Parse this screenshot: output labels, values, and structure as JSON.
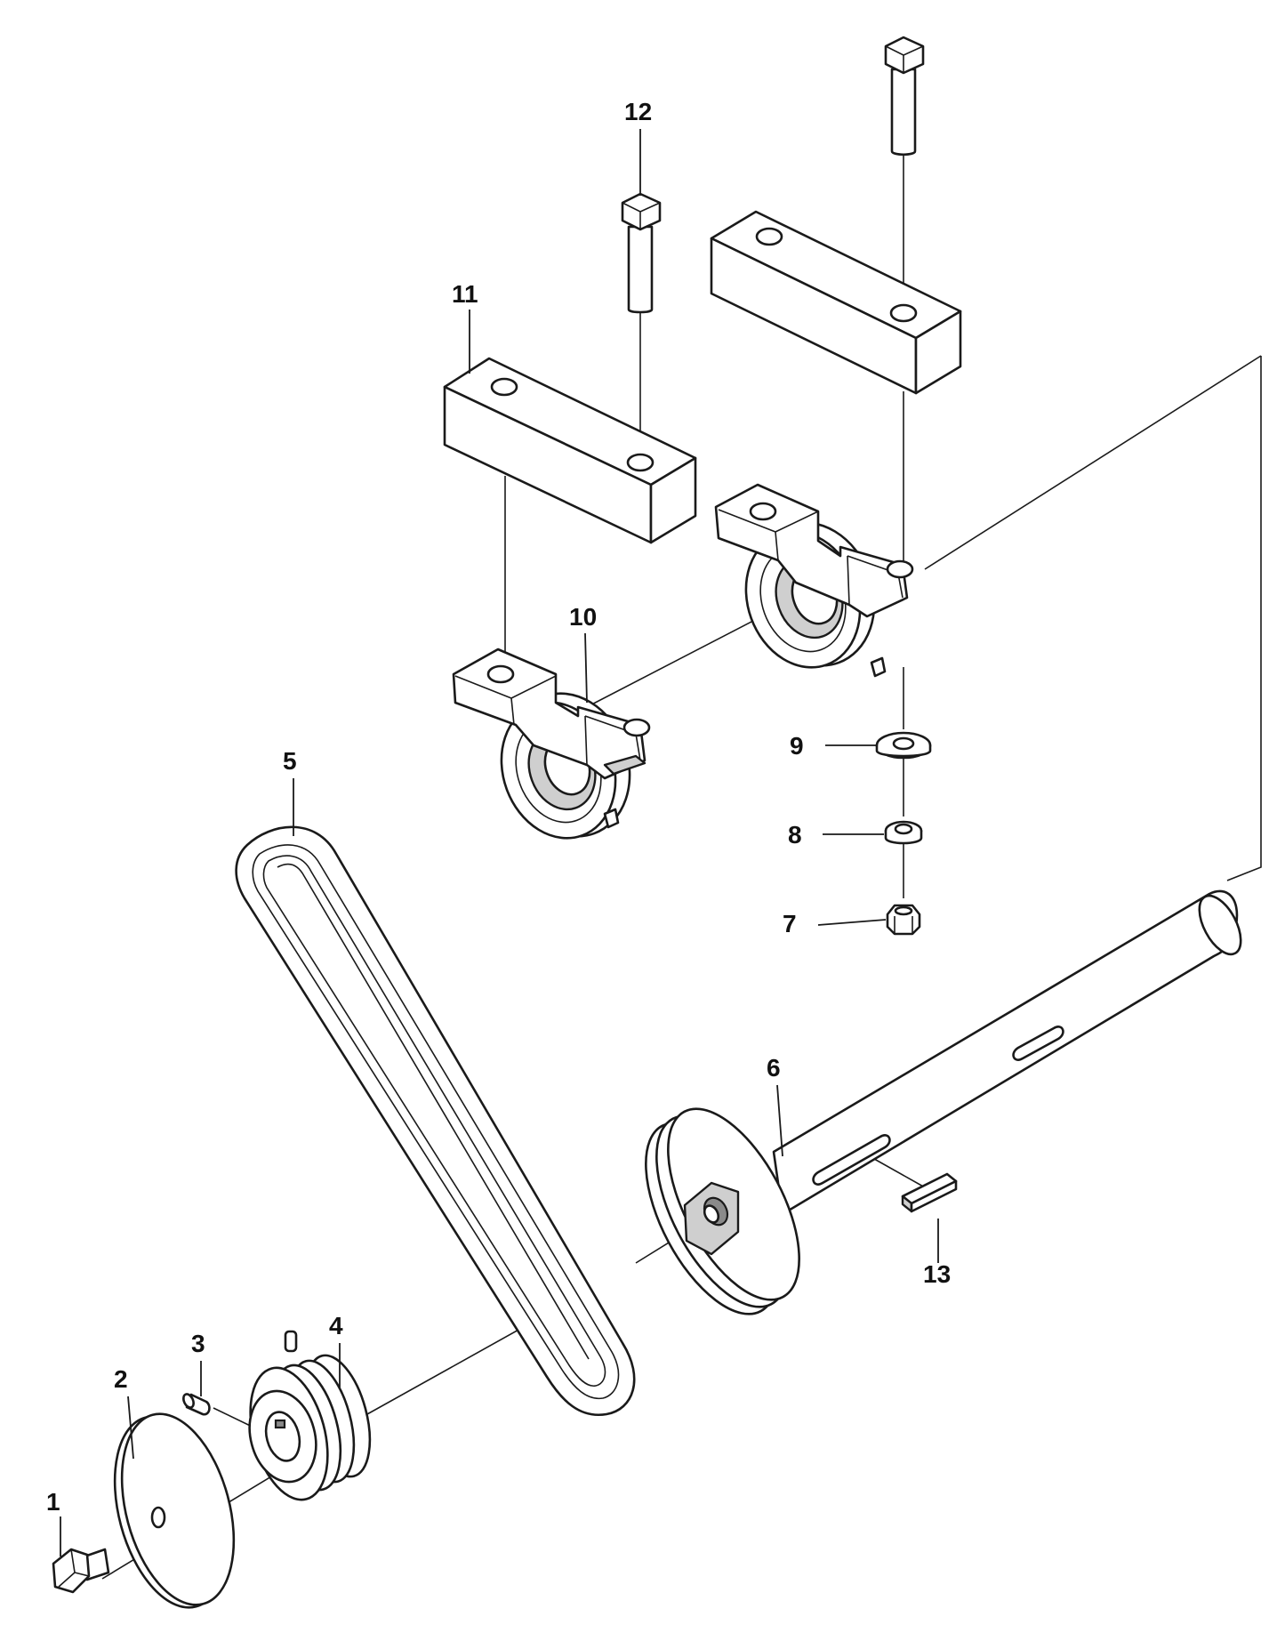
{
  "callouts": [
    {
      "id": "1",
      "label": "1"
    },
    {
      "id": "2",
      "label": "2"
    },
    {
      "id": "3",
      "label": "3"
    },
    {
      "id": "4",
      "label": "4"
    },
    {
      "id": "5",
      "label": "5"
    },
    {
      "id": "6",
      "label": "6"
    },
    {
      "id": "7",
      "label": "7"
    },
    {
      "id": "8",
      "label": "8"
    },
    {
      "id": "9",
      "label": "9"
    },
    {
      "id": "10",
      "label": "10"
    },
    {
      "id": "11",
      "label": "11"
    },
    {
      "id": "12",
      "label": "12"
    },
    {
      "id": "13",
      "label": "13"
    }
  ],
  "colors": {
    "line": "#1a1a1a",
    "fill": "#ffffff",
    "shade": "#cfcfcf"
  }
}
